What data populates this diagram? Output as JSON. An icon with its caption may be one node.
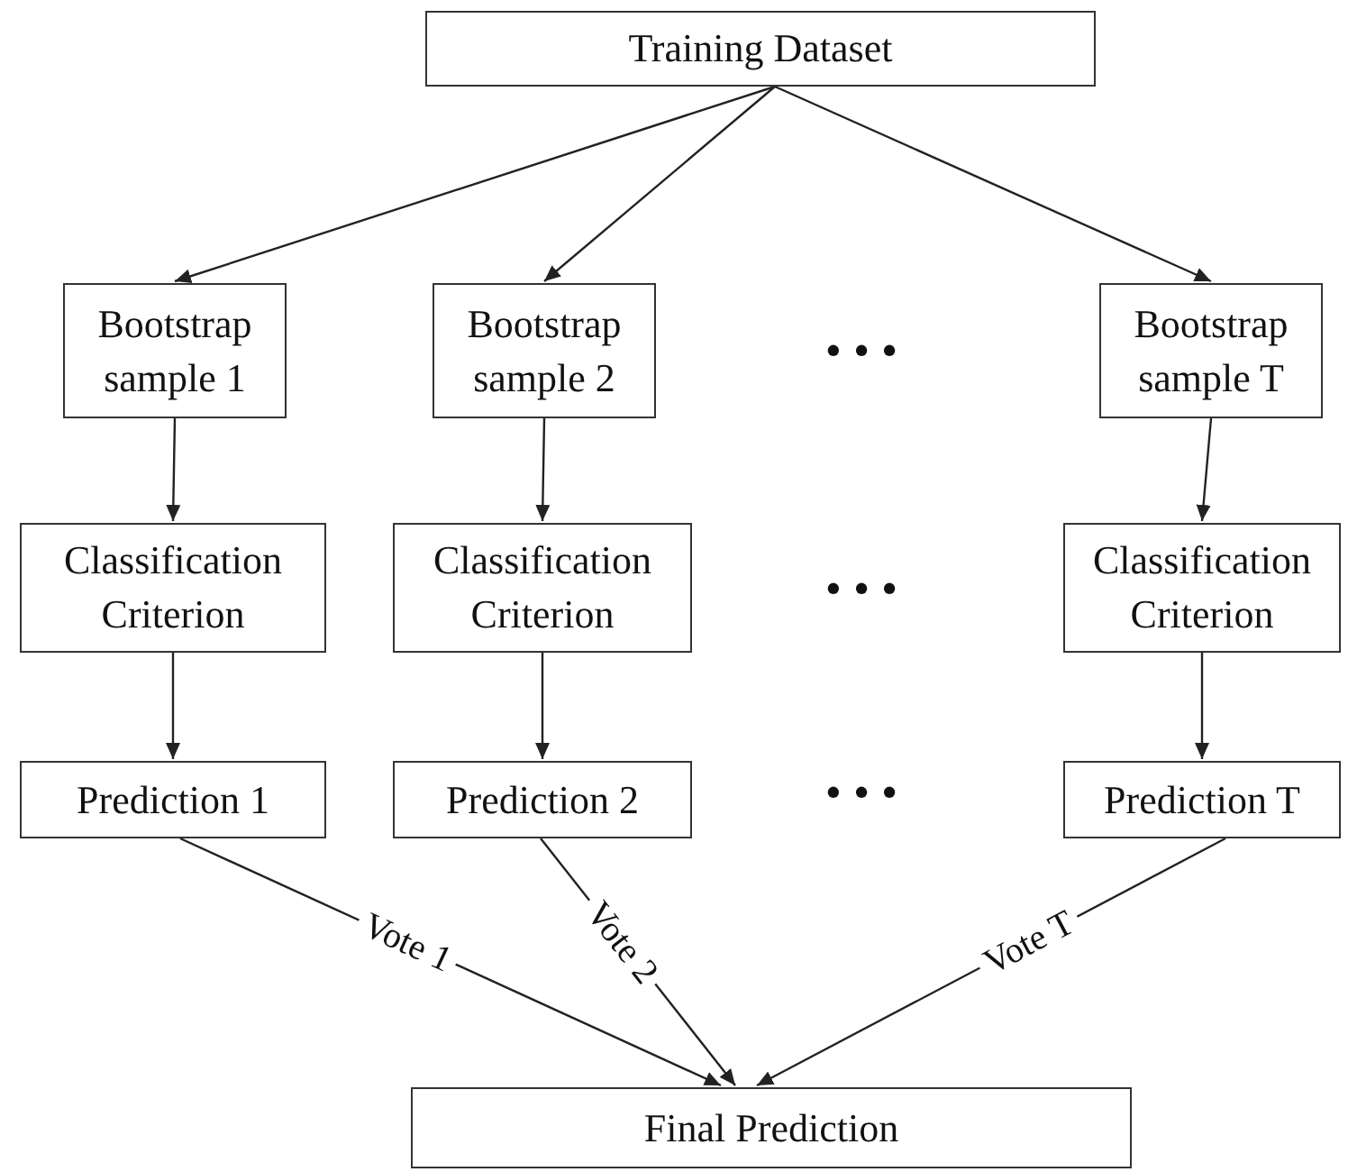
{
  "diagram": {
    "nodes": [
      {
        "text": [
          "Training Dataset"
        ]
      },
      {
        "text": [
          "Bootstrap sample 1"
        ]
      },
      {
        "text": [
          "Bootstrap sample 2"
        ]
      },
      {
        "text": [
          "Bootstrap sample T"
        ]
      },
      {
        "text": [
          "Classification Criterion"
        ]
      },
      {
        "text": [
          "Classification Criterion"
        ]
      },
      {
        "text": [
          "Classification Criterion"
        ]
      },
      {
        "text": [
          "Prediction 1"
        ]
      },
      {
        "text": [
          "Prediction 2"
        ]
      },
      {
        "text": [
          "Prediction T"
        ]
      },
      {
        "text": [
          "Final Prediction"
        ]
      }
    ],
    "edges": [
      {
        "from": 0,
        "to": 1,
        "arrow": "to"
      },
      {
        "from": 0,
        "to": 2,
        "arrow": "to"
      },
      {
        "from": 0,
        "to": 3,
        "arrow": "to"
      },
      {
        "from": 1,
        "to": 4,
        "arrow": "to"
      },
      {
        "from": 2,
        "to": 5,
        "arrow": "to"
      },
      {
        "from": 3,
        "to": 6,
        "arrow": "to"
      },
      {
        "from": 4,
        "to": 7,
        "arrow": "to"
      },
      {
        "from": 5,
        "to": 8,
        "arrow": "to"
      },
      {
        "from": 6,
        "to": 9,
        "arrow": "to"
      },
      {
        "from": 7,
        "to": 10,
        "arrow": "to",
        "label": "Vote 1"
      },
      {
        "from": 8,
        "to": 10,
        "arrow": "to",
        "label": "Vote 2"
      },
      {
        "from": 9,
        "to": 10,
        "arrow": "to",
        "label": "Vote T"
      }
    ],
    "labels": [
      "• • •",
      "• • •",
      "• • •"
    ]
  }
}
